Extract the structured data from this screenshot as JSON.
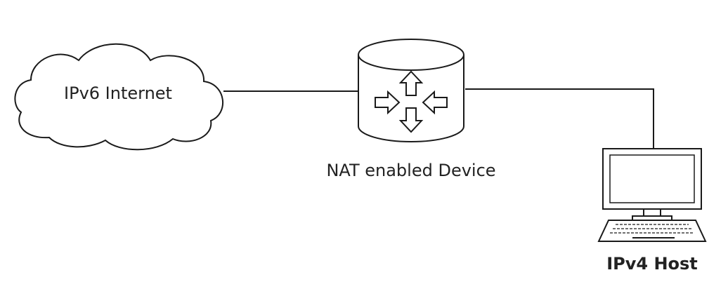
{
  "diagram": {
    "cloud_label": "IPv6 Internet",
    "device_label": "NAT enabled Device",
    "host_label": "IPv4 Host"
  },
  "colors": {
    "stroke": "#1a1a1a",
    "background": "#ffffff"
  },
  "icons": [
    "cloud-icon",
    "router-icon",
    "computer-icon"
  ]
}
